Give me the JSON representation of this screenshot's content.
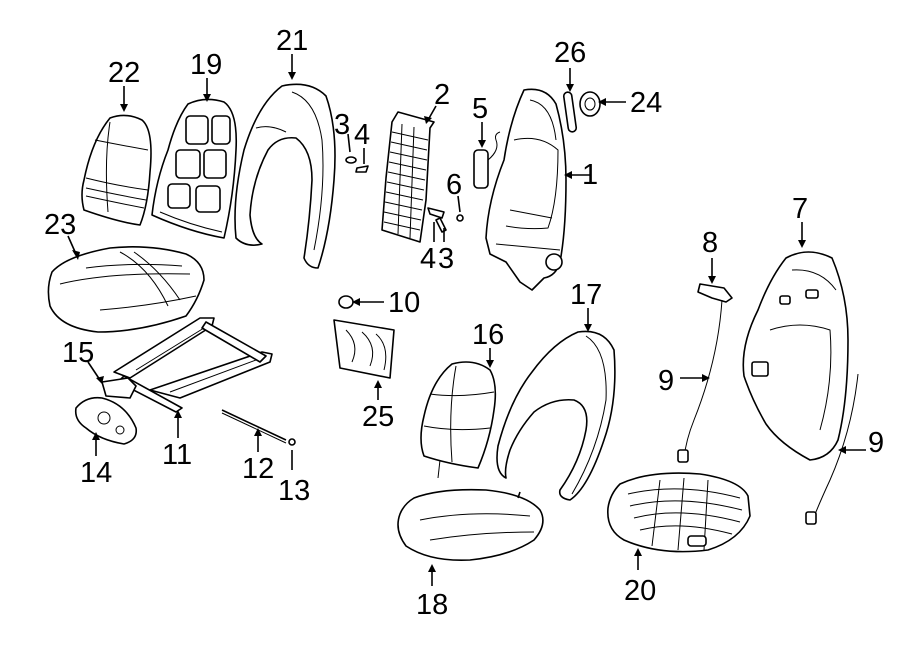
{
  "diagram": {
    "callouts": [
      {
        "id": "c1",
        "label": "1"
      },
      {
        "id": "c2",
        "label": "2"
      },
      {
        "id": "c3a",
        "label": "3"
      },
      {
        "id": "c3b",
        "label": "3"
      },
      {
        "id": "c4a",
        "label": "4"
      },
      {
        "id": "c4b",
        "label": "4"
      },
      {
        "id": "c5",
        "label": "5"
      },
      {
        "id": "c6",
        "label": "6"
      },
      {
        "id": "c7",
        "label": "7"
      },
      {
        "id": "c8",
        "label": "8"
      },
      {
        "id": "c9a",
        "label": "9"
      },
      {
        "id": "c9b",
        "label": "9"
      },
      {
        "id": "c10",
        "label": "10"
      },
      {
        "id": "c11",
        "label": "11"
      },
      {
        "id": "c12",
        "label": "12"
      },
      {
        "id": "c13",
        "label": "13"
      },
      {
        "id": "c14",
        "label": "14"
      },
      {
        "id": "c15",
        "label": "15"
      },
      {
        "id": "c16",
        "label": "16"
      },
      {
        "id": "c17",
        "label": "17"
      },
      {
        "id": "c18",
        "label": "18"
      },
      {
        "id": "c19",
        "label": "19"
      },
      {
        "id": "c20",
        "label": "20"
      },
      {
        "id": "c21",
        "label": "21"
      },
      {
        "id": "c22",
        "label": "22"
      },
      {
        "id": "c23",
        "label": "23"
      },
      {
        "id": "c24",
        "label": "24"
      },
      {
        "id": "c25",
        "label": "25"
      },
      {
        "id": "c26",
        "label": "26"
      }
    ]
  }
}
